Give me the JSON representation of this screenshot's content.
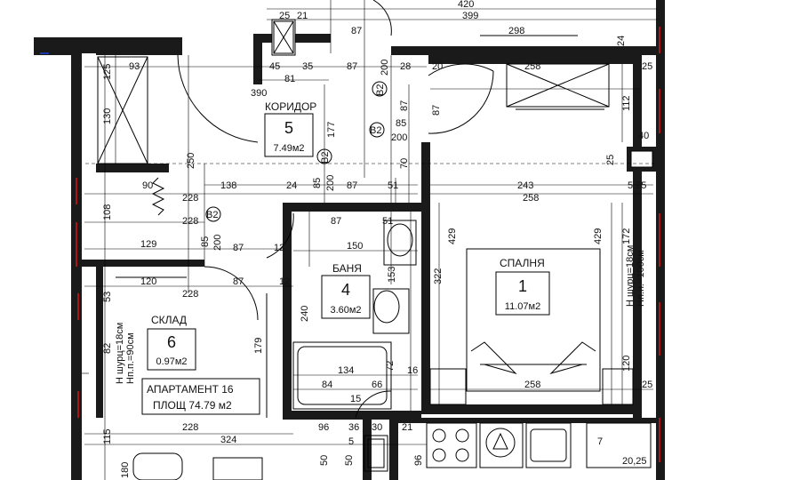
{
  "rooms": {
    "corridor": {
      "name": "КОРИДОР",
      "number": "5",
      "area": "7.49м2"
    },
    "bathroom": {
      "name": "БАНЯ",
      "number": "4",
      "area": "3.60м2"
    },
    "bedroom": {
      "name": "СПАЛНЯ",
      "number": "1",
      "area": "11.07м2"
    },
    "storage": {
      "name": "СКЛАД",
      "number": "6",
      "area": "0.97м2"
    }
  },
  "apartment": {
    "title": "АПАРТАМЕНТ 16",
    "area": "ПЛОЩ 74.79 м2"
  },
  "window_notes": {
    "bedroom_sill": "Н шурц=18см",
    "bedroom_head": "Нп.п.=100см",
    "storage_sill": "Н шурц=18см",
    "storage_head": "Нп.п.=90см"
  },
  "tags": {
    "wall_type": "B2"
  },
  "dimensions": {
    "top_420": "420",
    "top_399": "399",
    "top_25": "25",
    "top_21": "21",
    "top_87": "87",
    "top_298": "298",
    "top_24": "24",
    "d_93": "93",
    "d_125a": "125",
    "d_45": "45",
    "d_35": "35",
    "d_81": "81",
    "d_87b": "87",
    "d_200a": "200",
    "d_28": "28",
    "d_20": "20",
    "d_258a": "258",
    "d_25r": "25",
    "d_390": "390",
    "d_87c": "87",
    "d_85a": "85",
    "d_200b": "200",
    "d_177": "177",
    "d_112": "112",
    "d_87d": "87",
    "d_130": "130",
    "d_250": "250",
    "d_70": "70",
    "d_40": "40",
    "d_25x": "25",
    "d_90": "90",
    "d_138": "138",
    "d_24": "24",
    "d_85b": "85",
    "d_200c": "200",
    "d_87e": "87",
    "d_51": "51",
    "d_243": "243",
    "d_525": "5.25",
    "d_228a": "228",
    "d_258b": "258",
    "d_108": "108",
    "d_228b": "228",
    "d_87f": "87",
    "d_51b": "51",
    "d_429a": "429",
    "d_429b": "429",
    "d_172": "172",
    "d_129": "129",
    "d_85c": "85",
    "d_200d": "200",
    "d_87g": "87",
    "d_12": "12",
    "d_150": "150",
    "d_120a": "120",
    "d_87h": "87",
    "d_12b": "12",
    "d_153": "153",
    "d_322": "322",
    "d_53": "53",
    "d_228c": "228",
    "d_240": "240",
    "d_82": "82",
    "d_179": "179",
    "d_134": "134",
    "d_72": "72",
    "d_16": "16",
    "d_120b": "120",
    "d_84": "84",
    "d_66": "66",
    "d_258c": "258",
    "d_25b": "25",
    "d_15": "15",
    "d_228d": "228",
    "d_96a": "96",
    "d_36": "36",
    "d_30": "30",
    "d_21b": "21",
    "d_324": "324",
    "d_115": "115",
    "d_5": "5",
    "d_50a": "50",
    "d_50b": "50",
    "d_96b": "96",
    "d_2025": "20,25",
    "d_180": "180",
    "d_7": "7"
  }
}
